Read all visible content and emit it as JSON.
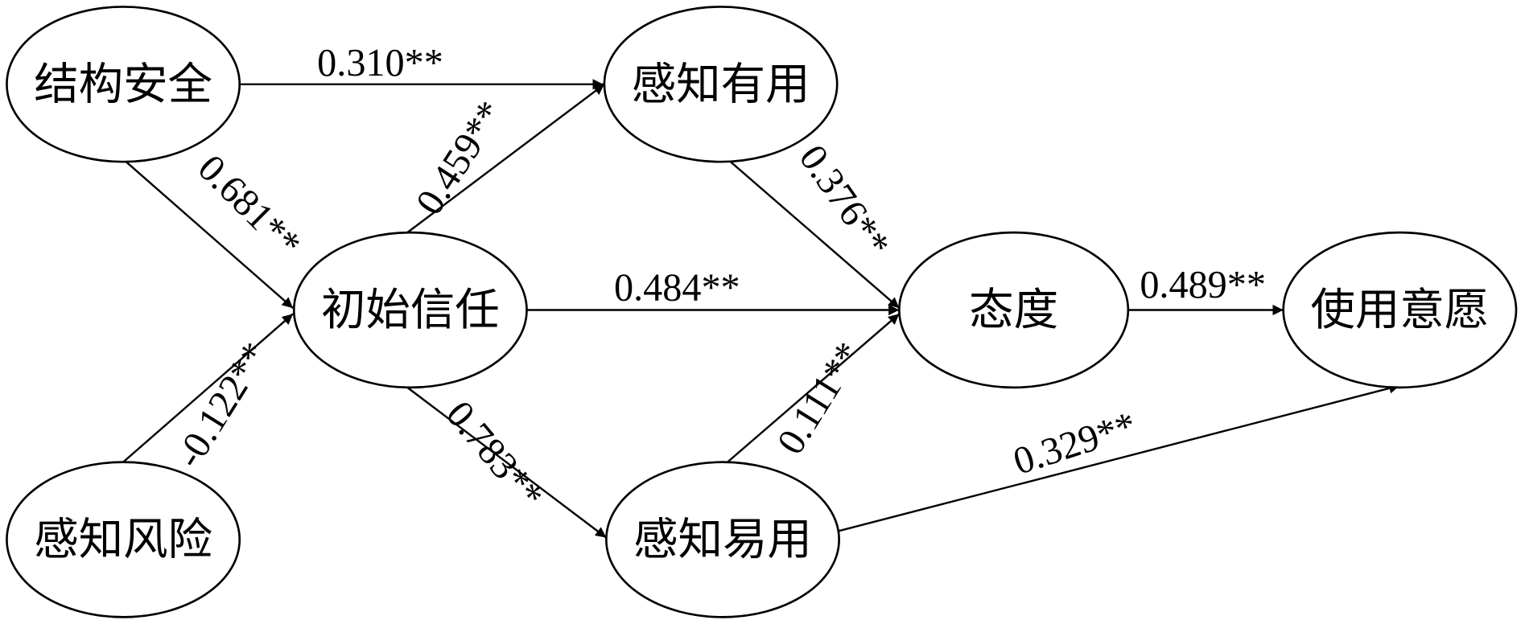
{
  "diagram": {
    "type": "path-model",
    "nodes": {
      "structural_security": "结构安全",
      "perceived_usefulness": "感知有用",
      "initial_trust": "初始信任",
      "attitude": "态度",
      "usage_intention": "使用意愿",
      "perceived_risk": "感知风险",
      "perceived_ease_of_use": "感知易用"
    },
    "edges": {
      "security_to_usefulness": "0.310**",
      "security_to_trust": "0.681**",
      "risk_to_trust": "-0.122**",
      "trust_to_usefulness": "0.459**",
      "trust_to_attitude": "0.484**",
      "trust_to_ease": "0.783**",
      "usefulness_to_attitude": "0.376**",
      "ease_to_attitude": "0.111**",
      "attitude_to_intention": "0.489**",
      "ease_to_intention": "0.329**"
    },
    "colors": {
      "stroke": "#000000",
      "background": "#ffffff"
    }
  }
}
